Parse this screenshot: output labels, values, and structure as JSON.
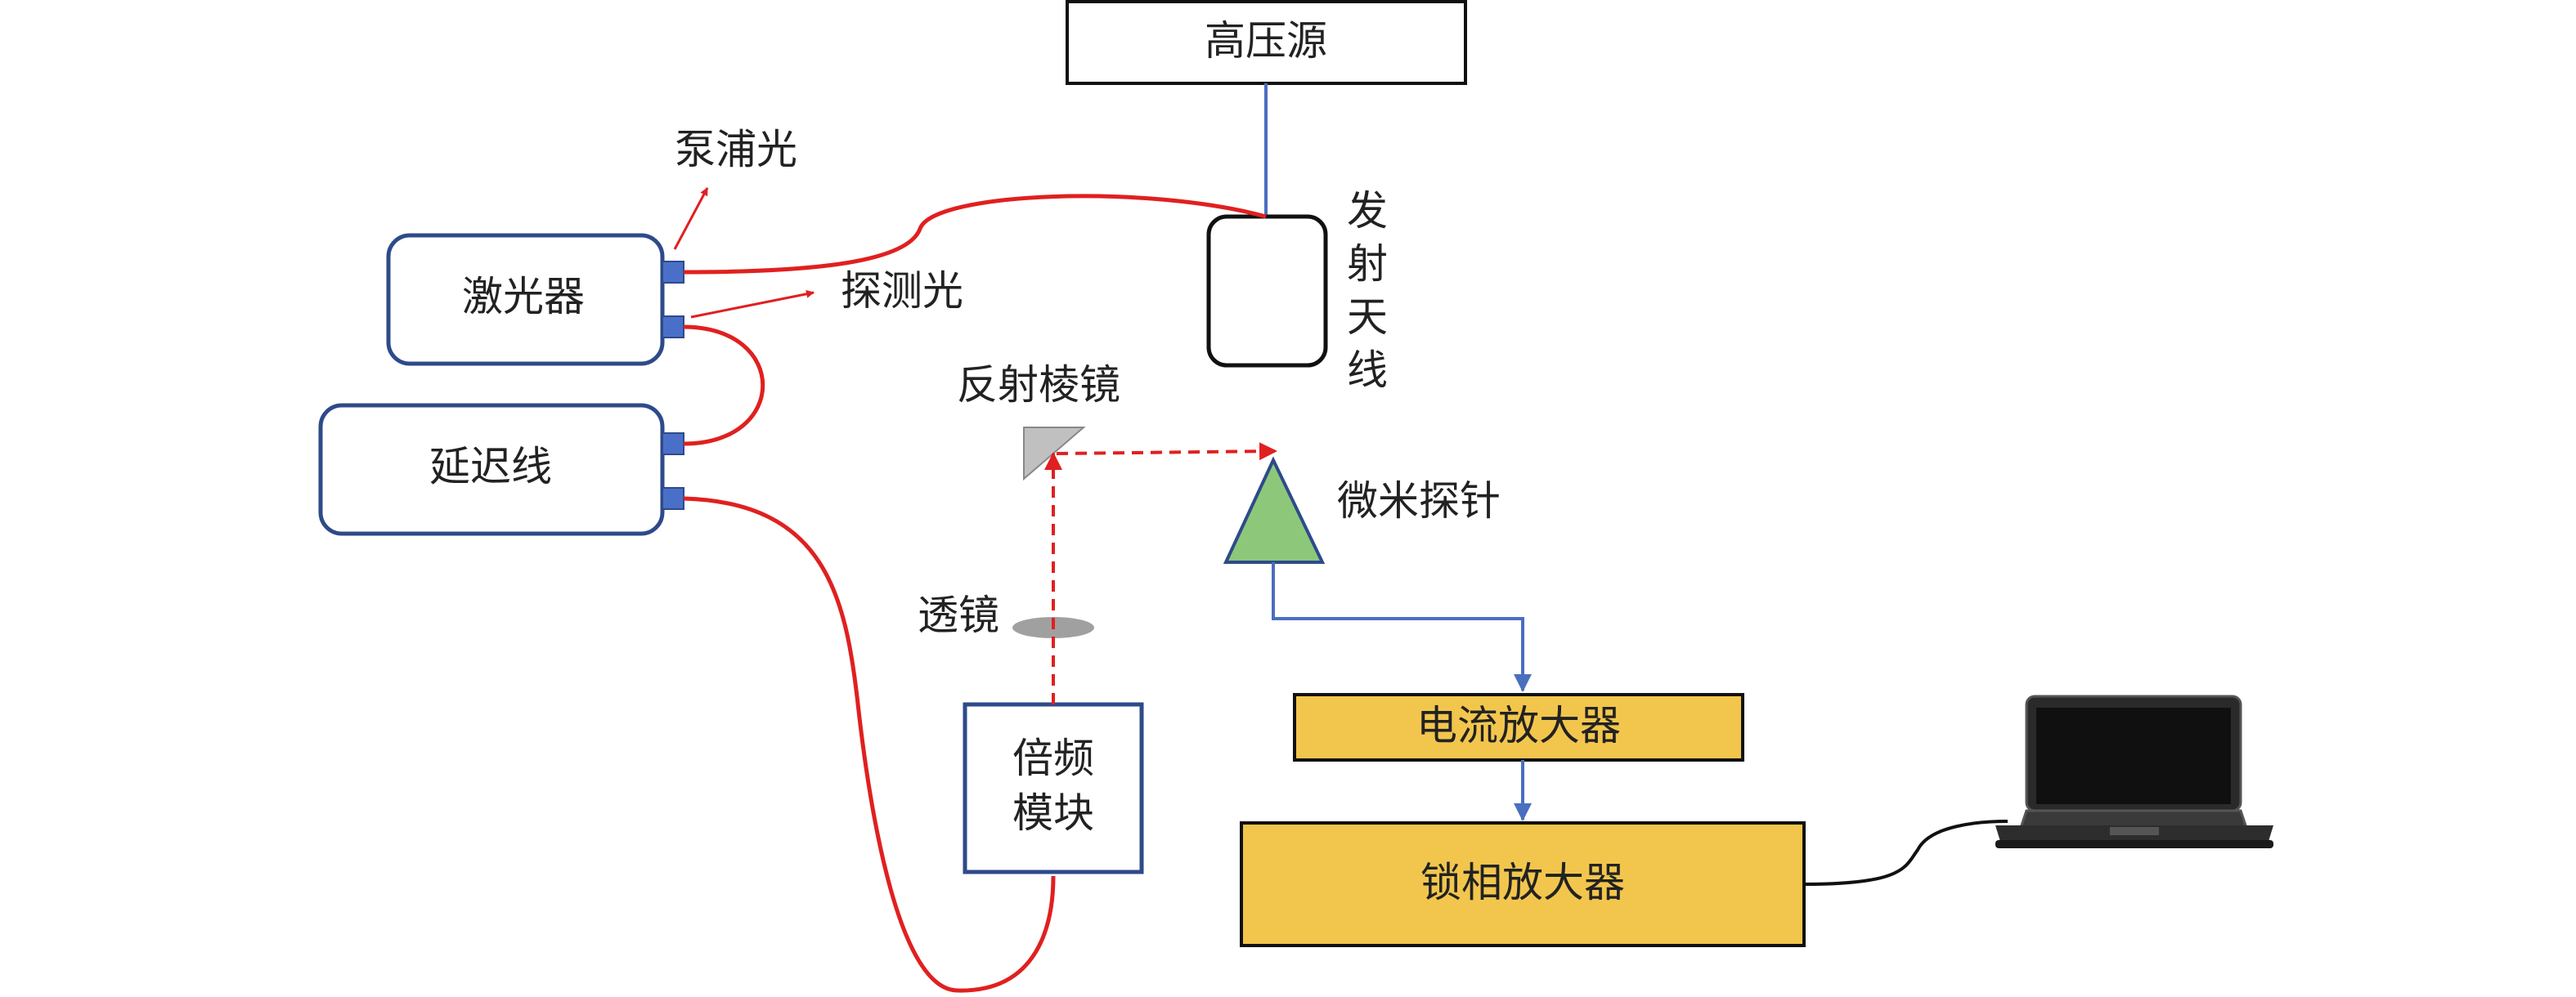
{
  "labels": {
    "high_voltage": "高压源",
    "antenna_chars": [
      "发",
      "射",
      "天",
      "线"
    ],
    "pump_light": "泵浦光",
    "probe_light": "探测光",
    "laser": "激光器",
    "delay_line": "延迟线",
    "prism": "反射棱镜",
    "lens": "透镜",
    "freq_module_lines": [
      "倍频",
      "模块"
    ],
    "micro_probe": "微米探针",
    "current_amp": "电流放大器",
    "lockin_amp": "锁相放大器"
  },
  "colors": {
    "box_border": "#2e4a8a",
    "fiber_red": "#e02020",
    "wire_blue": "#4a6fc0",
    "port_blue": "#4a6fc8",
    "amp_fill": "#f2c64d",
    "probe_green": "#8dc87a",
    "prism_gray": "#c0c0c0",
    "lens_gray": "#a0a0a0",
    "cable_black": "#111111"
  },
  "icons": {
    "laptop": "laptop-icon",
    "prism": "prism-icon",
    "lens": "lens-icon",
    "probe": "probe-tip-icon"
  }
}
